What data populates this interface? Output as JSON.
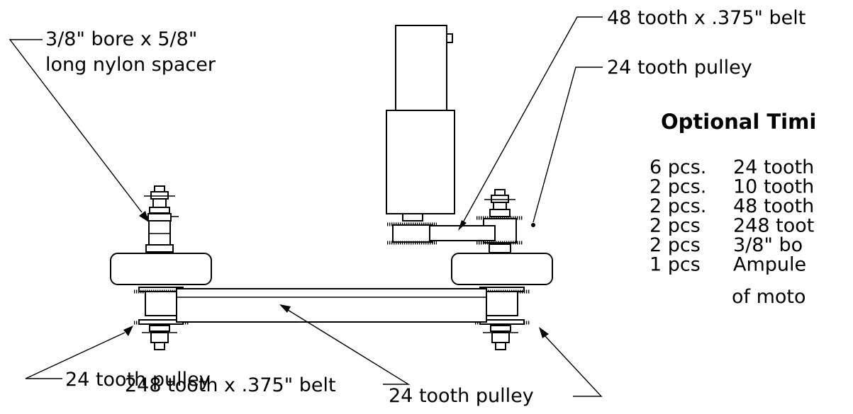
{
  "callouts": {
    "belt_48": "48 tooth x .375\"  belt",
    "pulley_top_right": "24 tooth pulley",
    "spacer_line1": "3/8\" bore x 5/8\"",
    "spacer_line2": "long nylon spacer",
    "belt_248": "248 tooth x .375\"  belt",
    "pulley_bottom_left": "24 tooth pulley",
    "pulley_bottom_right": "24 tooth pulley"
  },
  "parts_list": {
    "title": "Optional Timi",
    "rows": [
      {
        "qty": "6 pcs.",
        "item": "24 tooth"
      },
      {
        "qty": "2 pcs.",
        "item": "10 tooth"
      },
      {
        "qty": "2 pcs.",
        "item": "48 tooth"
      },
      {
        "qty": "2 pcs",
        "item": "248 toot"
      },
      {
        "qty": "2 pcs",
        "item": "3/8\"  bo"
      },
      {
        "qty": "1 pcs",
        "item": "Ampule"
      }
    ],
    "continuation": "of moto"
  }
}
